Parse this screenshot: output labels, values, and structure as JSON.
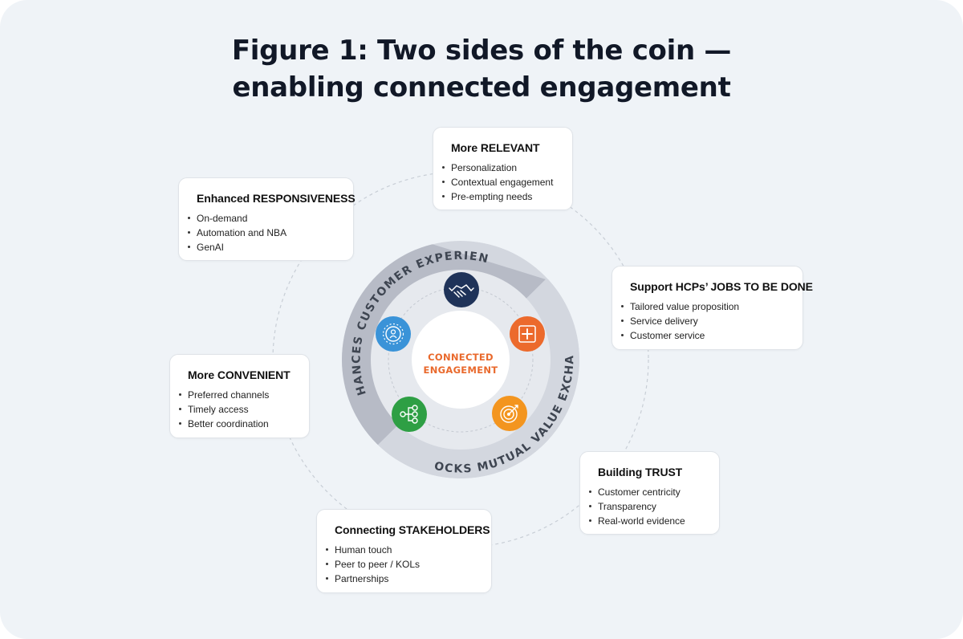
{
  "title": {
    "line1": "Figure 1: Two sides of the coin —",
    "line2": "enabling connected engagement"
  },
  "center": {
    "line1": "CONNECTED",
    "line2": "ENGAGEMENT"
  },
  "ring": {
    "upper_label": "ENHANCES CUSTOMER EXPERIENCE",
    "lower_label": "UNLOCKS MUTUAL VALUE EXCHANGE"
  },
  "icons": [
    {
      "name": "handshake-icon",
      "color": "#1f3359"
    },
    {
      "name": "medical-cross-icon",
      "color": "#ec6a2c"
    },
    {
      "name": "target-icon",
      "color": "#f3951f"
    },
    {
      "name": "network-nodes-icon",
      "color": "#2e9f44"
    },
    {
      "name": "ai-chip-icon",
      "color": "#3a93d8"
    }
  ],
  "cards": [
    {
      "title": "More RELEVANT",
      "items": [
        "Personalization",
        "Contextual engagement",
        "Pre-empting needs"
      ]
    },
    {
      "title": "Enhanced RESPONSIVENESS",
      "items": [
        "On-demand",
        "Automation and NBA",
        "GenAI"
      ]
    },
    {
      "title": "Support HCPs’ JOBS TO BE DONE",
      "items": [
        "Tailored value proposition",
        "Service delivery",
        "Customer service"
      ]
    },
    {
      "title": "More CONVENIENT",
      "items": [
        "Preferred channels",
        "Timely access",
        "Better coordination"
      ]
    },
    {
      "title": "Building TRUST",
      "items": [
        "Customer centricity",
        "Transparency",
        "Real-world evidence"
      ]
    },
    {
      "title": "Connecting STAKEHOLDERS",
      "items": [
        "Human touch",
        "Peer to peer / KOLs",
        "Partnerships"
      ]
    }
  ]
}
